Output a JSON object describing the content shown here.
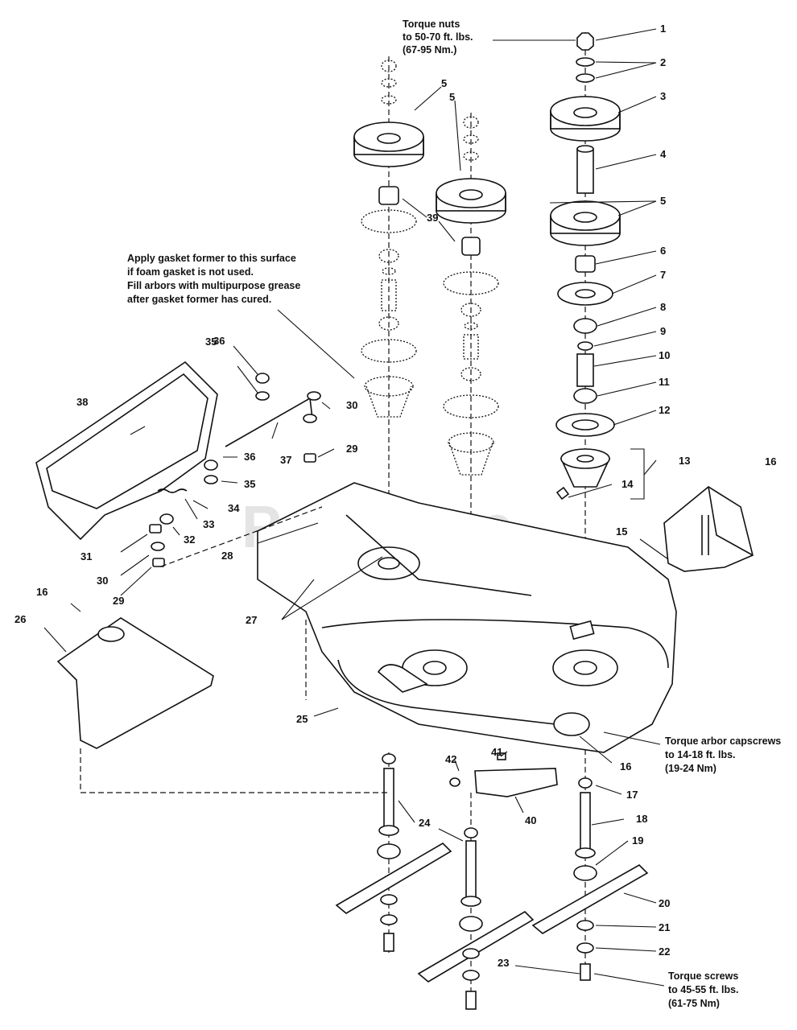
{
  "watermark": "PartsTree",
  "notes": {
    "torque_nuts": [
      "Torque nuts",
      "to 50-70 ft. lbs.",
      "(67-95 Nm.)"
    ],
    "gasket": [
      "Apply gasket former to this surface",
      "if foam gasket is not used.",
      "Fill arbors with multipurpose grease",
      "after gasket former has cured."
    ],
    "arbor_capscrews": [
      "Torque arbor capscrews",
      "to 14-18 ft. lbs.",
      "(19-24 Nm)"
    ],
    "torque_screws": [
      "Torque screws",
      "to 45-55 ft. lbs.",
      "(61-75 Nm)"
    ]
  },
  "callouts": [
    "1",
    "2",
    "3",
    "4",
    "5",
    "5",
    "5",
    "6",
    "7",
    "8",
    "9",
    "10",
    "11",
    "12",
    "13",
    "14",
    "15",
    "16",
    "16",
    "16",
    "17",
    "18",
    "19",
    "20",
    "21",
    "22",
    "23",
    "24",
    "25",
    "26",
    "27",
    "28",
    "29",
    "29",
    "30",
    "30",
    "31",
    "32",
    "33",
    "34",
    "35",
    "35",
    "36",
    "36",
    "37",
    "38",
    "39",
    "40",
    "41",
    "42"
  ]
}
